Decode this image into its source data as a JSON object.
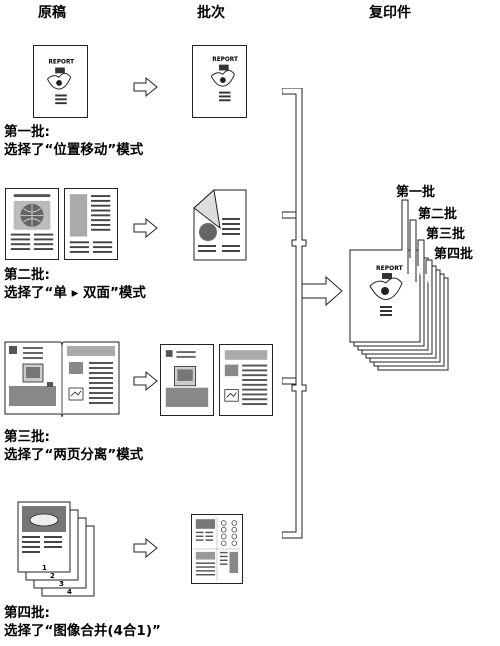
{
  "headers": {
    "original": "原稿",
    "batch": "批次",
    "copy": "复印件"
  },
  "batches": [
    {
      "line1": "第一批:",
      "line2": "选择了“位置移动”模式"
    },
    {
      "line1": "第二批:",
      "line2": "选择了“单 ▸ 双面”模式"
    },
    {
      "line1": "第三批:",
      "line2": "选择了“两页分离”模式"
    },
    {
      "line1": "第四批:",
      "line2": "选择了“图像合并(4合1)”"
    }
  ],
  "output_labels": [
    "第一批",
    "第二批",
    "第三批",
    "第四批"
  ],
  "report_text": "REPORT",
  "page_numbers": [
    "1",
    "2",
    "3",
    "4"
  ]
}
